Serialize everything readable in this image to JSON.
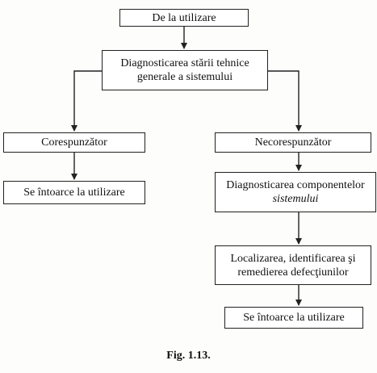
{
  "nodes": {
    "start": "De la utilizare",
    "diag_general_line1": "Diagnosticarea stării tehnice",
    "diag_general_line2": "generale a sistemului",
    "ok": "Corespunzător",
    "not_ok": "Necorespunzător",
    "return_left": "Se întoarce la utilizare",
    "diag_comp_line1": "Diagnosticarea componentelor",
    "diag_comp_line2": "sistemului",
    "fix_line1": "Localizarea, identificarea şi",
    "fix_line2": "remedierea defecţiunilor",
    "return_right": "Se întoarce la utilizare"
  },
  "caption": "Fig. 1.13."
}
